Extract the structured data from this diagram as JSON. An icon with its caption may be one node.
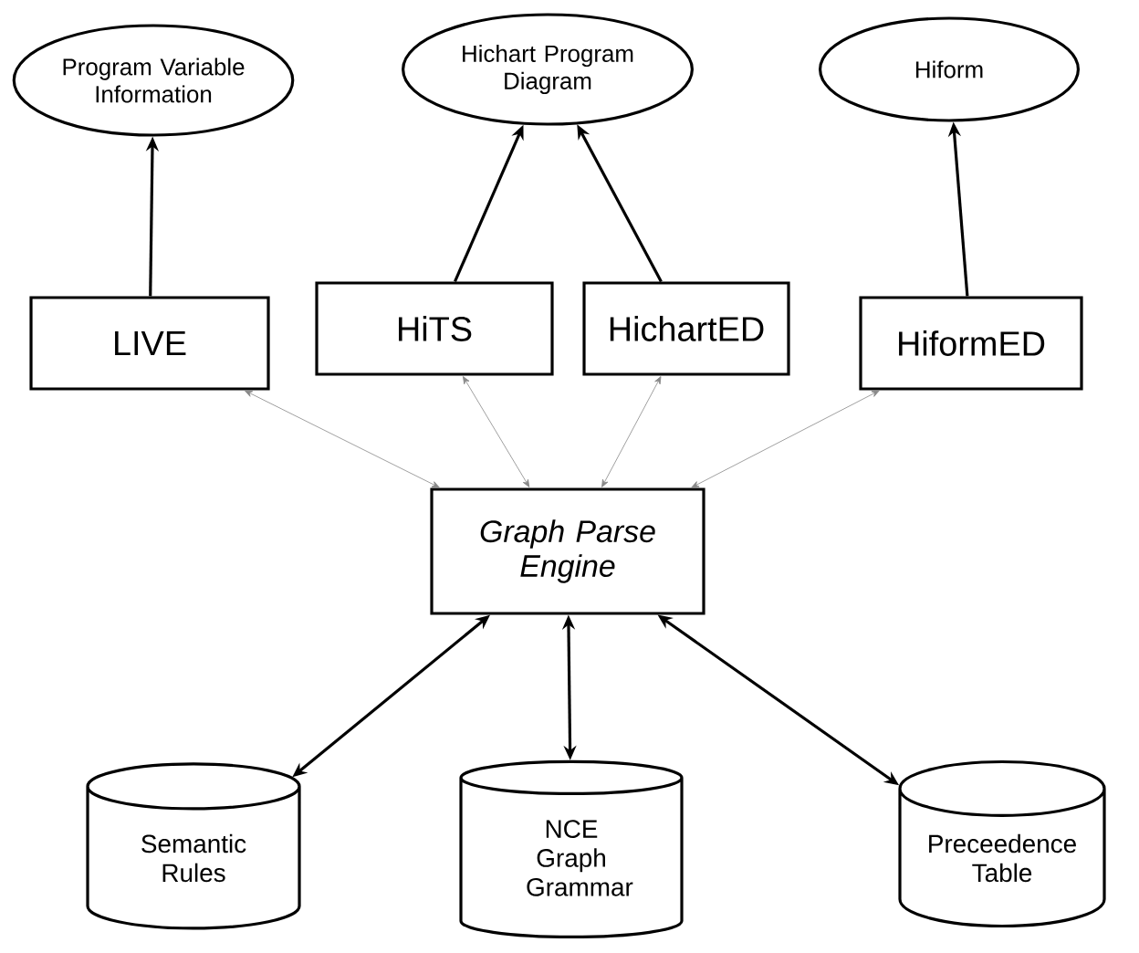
{
  "diagram": {
    "nodes": [
      {
        "text": [
          "Program Variable Information"
        ]
      },
      {
        "text": [
          "Hichart Program Diagram"
        ]
      },
      {
        "text": [
          "Hiform"
        ]
      },
      {
        "text": [
          "LIVE"
        ]
      },
      {
        "text": [
          "HiTS"
        ]
      },
      {
        "text": [
          "HichartED"
        ]
      },
      {
        "text": [
          "HiformED"
        ]
      },
      {
        "text": [
          "Graph Parse Engine"
        ]
      },
      {
        "text": [
          "Semantic Rules"
        ]
      },
      {
        "text": [
          "NCE Graph Grammar"
        ]
      },
      {
        "text": [
          "Preceedence Table"
        ]
      }
    ],
    "edges": [
      {
        "from": 3,
        "to": 0,
        "arrow": "to"
      },
      {
        "from": 4,
        "to": 1,
        "arrow": "to"
      },
      {
        "from": 5,
        "to": 1,
        "arrow": "to"
      },
      {
        "from": 6,
        "to": 2,
        "arrow": "to"
      },
      {
        "from": 7,
        "to": 3,
        "arrow": "both",
        "color": "#888888"
      },
      {
        "from": 7,
        "to": 4,
        "arrow": "both",
        "color": "#888888"
      },
      {
        "from": 7,
        "to": 5,
        "arrow": "both",
        "color": "#888888"
      },
      {
        "from": 7,
        "to": 6,
        "arrow": "both",
        "color": "#888888"
      },
      {
        "from": 7,
        "to": 8,
        "arrow": "both"
      },
      {
        "from": 7,
        "to": 9,
        "arrow": "both"
      },
      {
        "from": 7,
        "to": 10,
        "arrow": "both"
      }
    ]
  }
}
